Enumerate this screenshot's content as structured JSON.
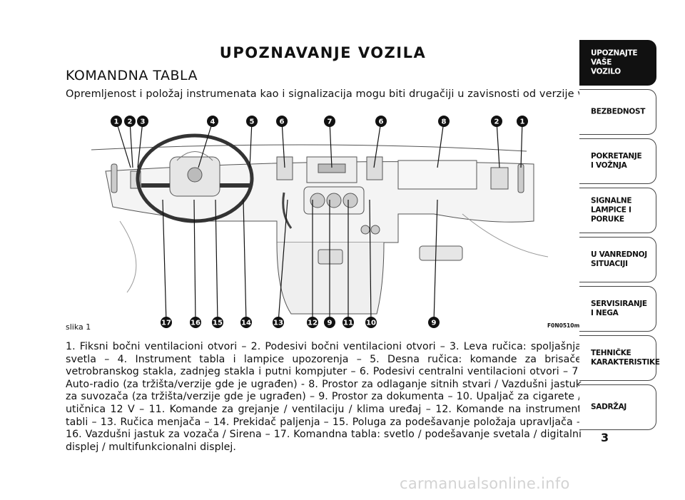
{
  "header": {
    "main_title": "UPOZNAVANJE VOZILA",
    "section_title": "KOMANDNA TABLA",
    "intro": "Opremljenost i položaj instrumenata kao i signalizacija mogu biti drugačiji u zavisnosti od verzije vozila."
  },
  "figure": {
    "label": "slika 1",
    "code": "F0N0510m",
    "top_callouts": [
      "1",
      "2",
      "3",
      "4",
      "5",
      "6",
      "7",
      "6",
      "8",
      "2",
      "1"
    ],
    "bottom_callouts": [
      "17",
      "16",
      "15",
      "14",
      "13",
      "12",
      "9",
      "11",
      "10",
      "9"
    ]
  },
  "description": "1. Fiksni bočni ventilacioni otvori – 2. Podesivi bočni ventilacioni otvori – 3. Leva ručica: spoljašnja svetla – 4. Instrument tabla i lampice upozorenja – 5. Desna ručica: komande za brisače vetrobranskog stakla, zadnjeg stakla i putni kompjuter – 6. Podesivi centralni ventilacioni otvori – 7. Auto-radio (za tržišta/verzije gde je ugrađen) - 8. Prostor za odlaganje sitnih stvari / Vazdušni jastuk za suvozača (za tržišta/verzije gde je ugrađen) – 9. Prostor za dokumenta – 10. Upaljač za cigarete / utičnica 12 V – 11. Komande za grejanje / ventilaciju / klima uređaj – 12. Komande na instrument tabli – 13. Ručica menjača – 14. Prekidač paljenja – 15. Poluga za podešavanje položaja upravljača – 16. Vazdušni jastuk za vozača / Sirena – 17. Komandna tabla: svetlo / podešavanje svetala / digitalni displej / multifunkcionalni displej.",
  "sidebar": {
    "tabs": [
      {
        "label": "UPOZNAJTE\nVAŠE\nVOZILO",
        "active": true
      },
      {
        "label": "BEZBEDNOST",
        "active": false
      },
      {
        "label": "POKRETANJE\nI VOŽNJA",
        "active": false
      },
      {
        "label": "SIGNALNE\nLAMPICE I PORUKE",
        "active": false
      },
      {
        "label": "U VANREDNOJ\nSITUACIJI",
        "active": false
      },
      {
        "label": "SERVISIRANJE\nI NEGA",
        "active": false
      },
      {
        "label": "TEHNIČKE\nKARAKTERISTIKE",
        "active": false
      },
      {
        "label": "SADRŽAJ",
        "active": false
      }
    ]
  },
  "page_number": "3",
  "watermark": "carmanualsonline.info"
}
